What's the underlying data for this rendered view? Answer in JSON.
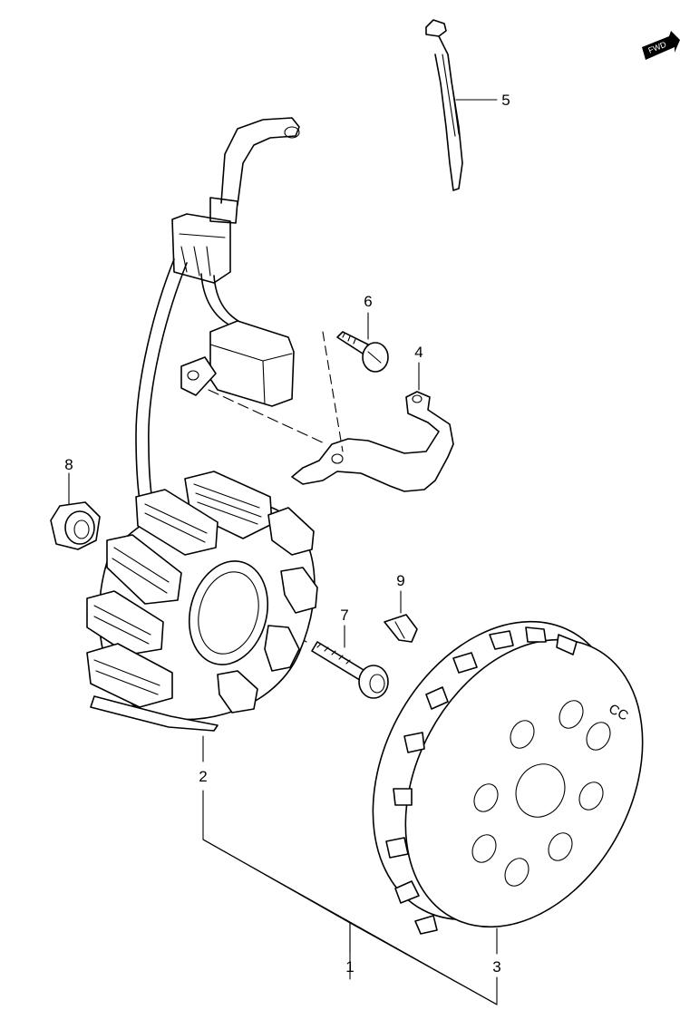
{
  "direction_badge": {
    "label": "FWD"
  },
  "callouts": [
    {
      "id": "1",
      "label": "1"
    },
    {
      "id": "2",
      "label": "2"
    },
    {
      "id": "3",
      "label": "3"
    },
    {
      "id": "4",
      "label": "4"
    },
    {
      "id": "5",
      "label": "5"
    },
    {
      "id": "6",
      "label": "6"
    },
    {
      "id": "7",
      "label": "7"
    },
    {
      "id": "8",
      "label": "8"
    },
    {
      "id": "9",
      "label": "9"
    }
  ],
  "rotor_marking": "CC"
}
